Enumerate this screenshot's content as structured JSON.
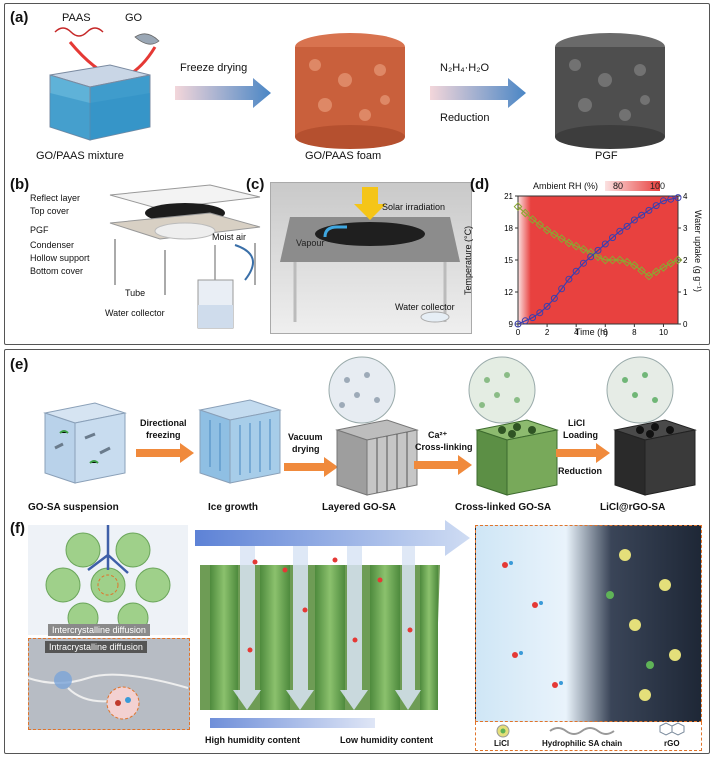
{
  "panel_a": {
    "label": "(a)",
    "paas": "PAAS",
    "go": "GO",
    "step1": "Freeze drying",
    "step2_formula": "N₂H₄·H₂O",
    "step2": "Reduction",
    "cap1": "GO/PAAS mixture",
    "cap2": "GO/PAAS foam",
    "cap3": "PGF"
  },
  "panel_b": {
    "label": "(b)",
    "parts": [
      "Reflect layer",
      "Top cover",
      "PGF",
      "Condenser",
      "Hollow support",
      "Bottom cover",
      "Tube",
      "Water collector"
    ],
    "moist_air": "Moist air"
  },
  "panel_c": {
    "label": "(c)",
    "solar": "Solar irradiation",
    "vapour": "Vapour",
    "collector": "Water collector"
  },
  "panel_d": {
    "label": "(d)",
    "rh_label": "Ambient RH (%)",
    "rh_low": "80",
    "rh_high": "100",
    "xlabel": "Time (h)",
    "ylabel_left": "Temperature (°C)",
    "ylabel_right": "Water uptake (g g⁻¹)",
    "xticks": [
      "0",
      "2",
      "4",
      "6",
      "8",
      "10"
    ],
    "yticks_left": [
      "9",
      "12",
      "15",
      "18",
      "21"
    ],
    "yticks_right": [
      "0",
      "1",
      "2",
      "3",
      "4"
    ],
    "colors": {
      "temperature": "#8aa832",
      "uptake": "#3a3fb0",
      "rh_high": "#e8413f"
    }
  },
  "chart_data": {
    "type": "line",
    "xlabel": "Time (h)",
    "ylabel": "Temperature (°C)",
    "y2label": "Water uptake (g g⁻¹)",
    "xlim": [
      0,
      11
    ],
    "ylim": [
      9,
      21
    ],
    "y2lim": [
      0,
      4
    ],
    "series": [
      {
        "axis": "left",
        "x": [
          0,
          0.5,
          1,
          1.5,
          2,
          2.5,
          3,
          3.5,
          4,
          4.5,
          5,
          5.5,
          6,
          6.5,
          7,
          7.5,
          8,
          8.5,
          9,
          9.5,
          10,
          10.5,
          11
        ],
        "values": [
          20,
          19.4,
          18.8,
          18.3,
          17.8,
          17.4,
          17,
          16.6,
          16.3,
          16,
          15.7,
          15.3,
          15,
          15,
          15,
          14.8,
          14.5,
          14,
          13.5,
          13.9,
          14.3,
          14.7,
          15
        ]
      },
      {
        "axis": "right",
        "x": [
          0,
          0.5,
          1,
          1.5,
          2,
          2.5,
          3,
          3.5,
          4,
          4.5,
          5,
          5.5,
          6,
          6.5,
          7,
          7.5,
          8,
          8.5,
          9,
          9.5,
          10,
          10.5,
          11
        ],
        "values": [
          0,
          0.1,
          0.2,
          0.35,
          0.55,
          0.8,
          1.1,
          1.4,
          1.65,
          1.9,
          2.1,
          2.3,
          2.5,
          2.7,
          2.9,
          3.05,
          3.25,
          3.4,
          3.55,
          3.7,
          3.85,
          3.9,
          3.95
        ]
      }
    ],
    "background_bands": [
      {
        "from": 0,
        "to": 11,
        "rh_from": 80,
        "rh_to": 100
      }
    ]
  },
  "panel_e": {
    "label": "(e)",
    "step1": "Directional",
    "step1b": "freezing",
    "step2": "Vacuum",
    "step2b": "drying",
    "step3_ion": "Ca²⁺",
    "step3": "Cross-linking",
    "step4": "LiCl",
    "step4b": "Loading",
    "step4c": "Reduction",
    "caps": [
      "GO-SA suspension",
      "Ice growth",
      "Layered GO-SA",
      "Cross-linked GO-SA",
      "LiCl@rGO-SA"
    ]
  },
  "panel_f": {
    "label": "(f)",
    "inter": "Intercrystalline diffusion",
    "intra": "Intracrystalline diffusion",
    "high": "High humidity content",
    "low": "Low humidity content",
    "legend": [
      "LiCl",
      "Hydrophilic SA chain",
      "rGO"
    ]
  }
}
